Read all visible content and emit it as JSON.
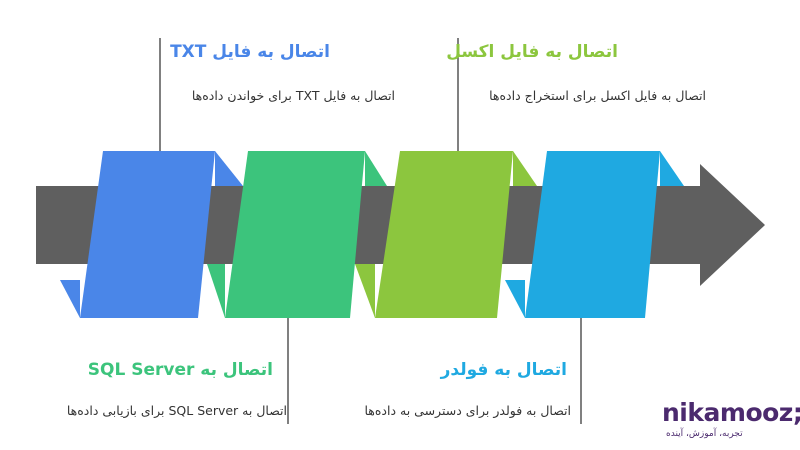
{
  "colors": {
    "arrow": "#5f5f5f",
    "blue": "#4a86e8",
    "green": "#3cc47c",
    "lime": "#8cc63e",
    "cyan": "#1fa9e1",
    "text": "#333333",
    "line": "#555555",
    "brand": "#4b2a6e"
  },
  "steps": [
    {
      "title": "اتصال به فایل TXT",
      "desc": "اتصال به فایل TXT برای خواندن داده‌ها",
      "color": "#4a86e8"
    },
    {
      "title": "اتصال به SQL Server",
      "desc": "اتصال به SQL Server برای بازیابی داده‌ها",
      "color": "#3cc47c"
    },
    {
      "title": "اتصال به فایل اکسل",
      "desc": "اتصال به فایل اکسل برای استخراج داده‌ها",
      "color": "#8cc63e"
    },
    {
      "title": "اتصال به فولدر",
      "desc": "اتصال به فولدر برای دسترسی به داده‌ها",
      "color": "#1fa9e1"
    }
  ],
  "logo": {
    "word_a": "nika",
    "word_b": "m",
    "word_c": "ooz",
    "tagline": "تجربه، آموزش، آینده"
  }
}
